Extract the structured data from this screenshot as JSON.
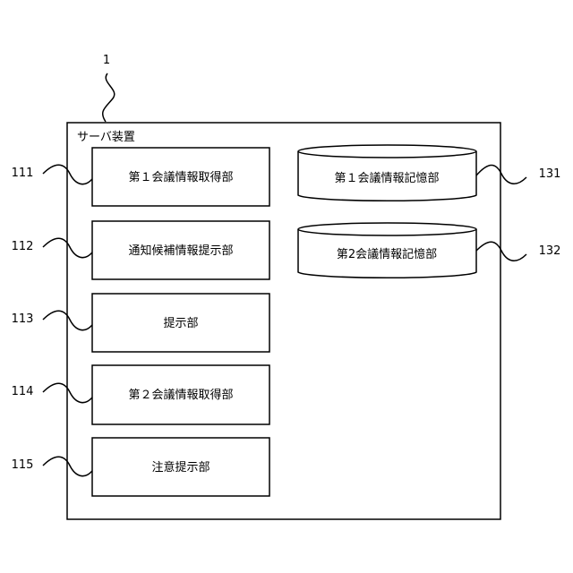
{
  "server": {
    "ref": "1",
    "label": "サーバ装置"
  },
  "units": [
    {
      "ref": "111",
      "label": "第１会議情報取得部"
    },
    {
      "ref": "112",
      "label": "通知候補情報提示部"
    },
    {
      "ref": "113",
      "label": "提示部"
    },
    {
      "ref": "114",
      "label": "第２会議情報取得部"
    },
    {
      "ref": "115",
      "label": "注意提示部"
    }
  ],
  "storages": [
    {
      "ref": "131",
      "label": "第１会議情報記憶部"
    },
    {
      "ref": "132",
      "label": "第2会議情報記憶部"
    }
  ]
}
